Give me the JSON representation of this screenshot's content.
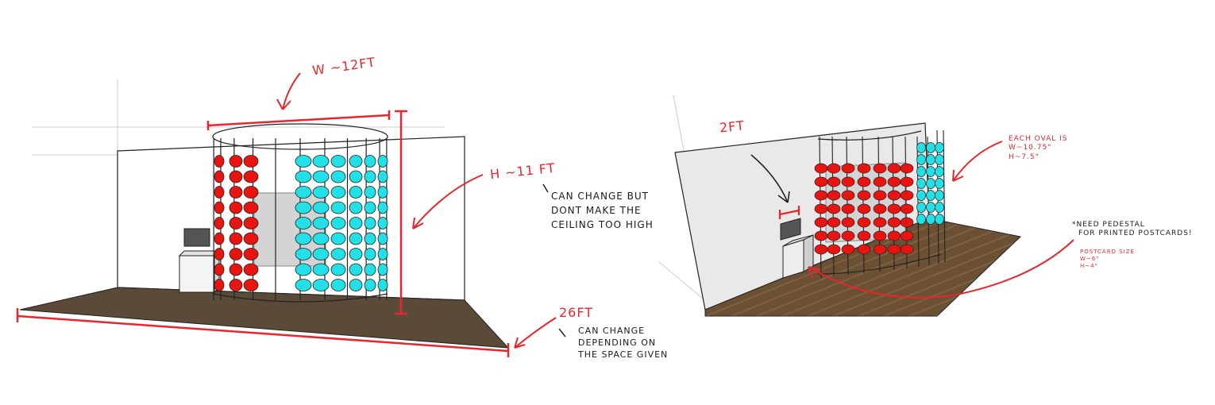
{
  "colors": {
    "annotation": "#e8262b",
    "oval_red": "#e8140f",
    "oval_cyan": "#23e0e6",
    "floor": "#5c4a38",
    "floor_wood": "#6e5236",
    "wall": "#e9e9e9",
    "screen": "#555555",
    "ink": "#1a1a1a"
  },
  "sketch1": {
    "width_label": "W ~12FT",
    "height_label": "H ~11 FT",
    "height_note": [
      "CAN CHANGE BUT",
      "DONT MAKE THE",
      "CEILING TOO HIGH"
    ],
    "length_label": "26FT",
    "length_note": [
      "CAN CHANGE",
      "DEPENDING ON",
      "THE SPACE GIVEN"
    ]
  },
  "sketch2": {
    "width_label": "2FT",
    "oval_note": [
      "EACH OVAL IS",
      "W~10.75\"",
      "H~7.5\""
    ],
    "pedestal_note": [
      "*NEED PEDESTAL",
      "FOR PRINTED POSTCARDS!"
    ],
    "postcard_note": [
      "POSTCARD SIZE",
      "W~6\"",
      "H~4\""
    ]
  }
}
